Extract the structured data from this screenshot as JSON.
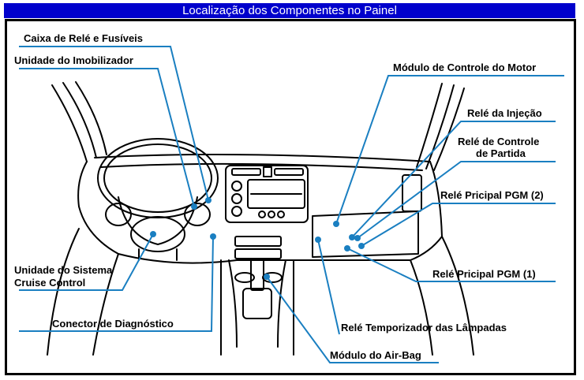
{
  "title": "Localização dos Componentes no Painel",
  "colors": {
    "title_bg": "#0000cc",
    "title_text": "#ffffff",
    "leader": "#1a7fc1",
    "outline": "#000000"
  },
  "labels": {
    "caixa_rele": "Caixa de Relé e Fusíveis",
    "imobilizador": "Unidade do Imobilizador",
    "modulo_motor": "Módulo de Controle do Motor",
    "rele_injecao": "Relé da Injeção",
    "rele_partida_1": "Relé de Controle",
    "rele_partida_2": "de Partida",
    "rele_pgm2": "Relé Pricipal PGM (2)",
    "cruise_1": "Unidade do Sistema",
    "cruise_2": "Cruise Control",
    "rele_pgm1": "Relé Pricipal PGM (1)",
    "diagnostico": "Conector de Diagnóstico",
    "temporizador": "Relé Temporizador das Lâmpadas",
    "airbag": "Módulo do Air-Bag"
  }
}
